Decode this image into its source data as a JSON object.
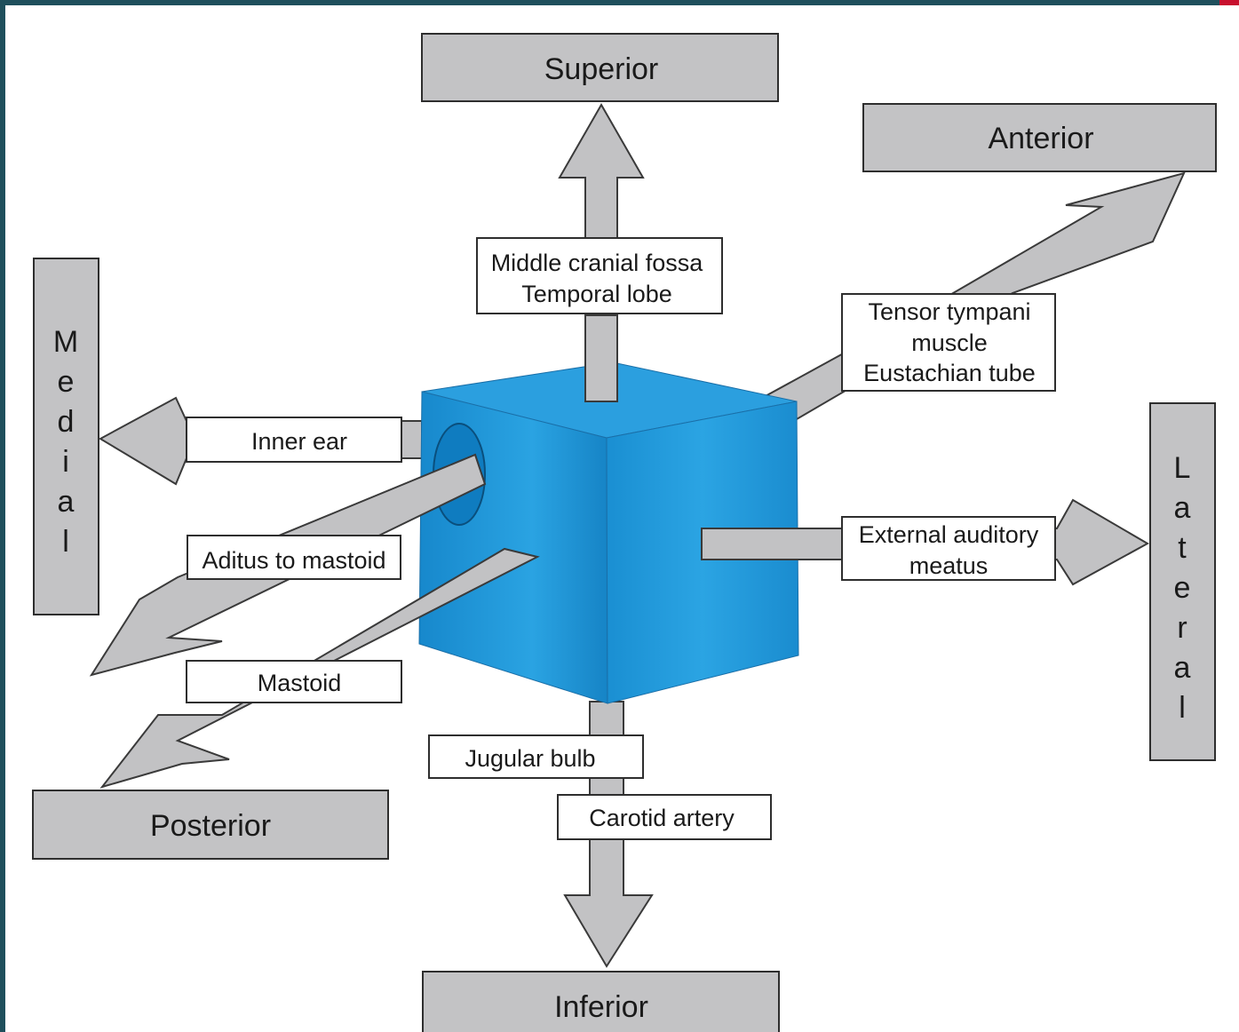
{
  "directions": {
    "superior": "Superior",
    "anterior": "Anterior",
    "medial": "Medial",
    "lateral": "Lateral",
    "posterior": "Posterior",
    "inferior": "Inferior"
  },
  "labels": {
    "superior_line1": "Middle cranial fossa",
    "superior_line2": "Temporal lobe",
    "anterior_line1": "Tensor tympani",
    "anterior_line2": "muscle",
    "anterior_line3": "Eustachian tube",
    "medial": "Inner ear",
    "lateral_line1": "External auditory",
    "lateral_line2": "meatus",
    "aditus": "Aditus to mastoid",
    "mastoid": "Mastoid",
    "jugular": "Jugular bulb",
    "carotid": "Carotid artery"
  },
  "colors": {
    "cube_front": "#1b8fd2",
    "cube_right": "#1a8ed0",
    "cube_top": "#2a9fdd",
    "arrow_fill": "#c2c2c4",
    "box_fill": "#c3c3c5",
    "frame_border": "#1f4f5c"
  }
}
